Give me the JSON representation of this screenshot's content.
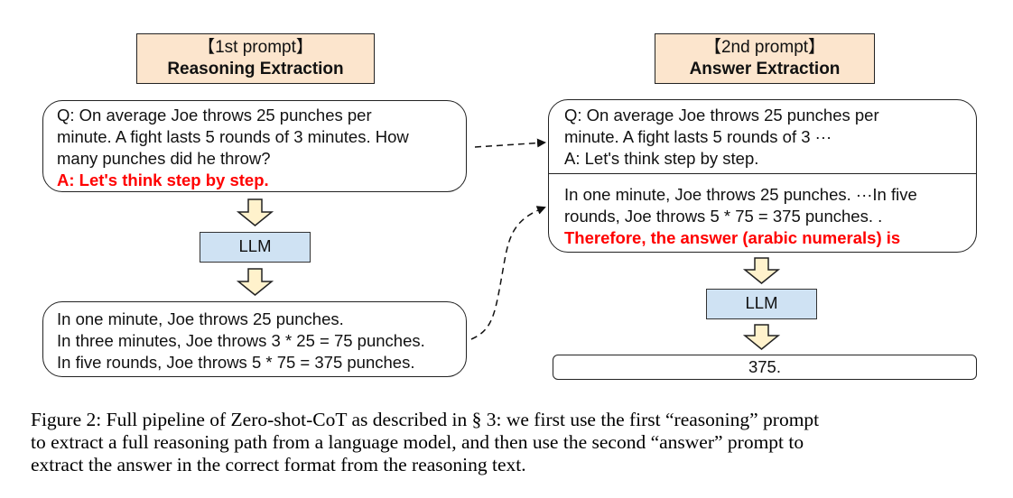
{
  "left": {
    "header": {
      "line1": "【1st prompt】",
      "line2": "Reasoning Extraction"
    },
    "question_box": {
      "lines": [
        "Q: On average Joe throws 25 punches per",
        "minute.  A fight lasts 5 rounds of 3 minutes.  How",
        "many punches did he throw?"
      ],
      "trigger": "A: Let's think step by step."
    },
    "llm_label": "LLM",
    "output_box": {
      "lines": [
        "In one minute, Joe throws 25 punches.",
        "In three minutes, Joe throws 3 * 25 = 75 punches.",
        "In five rounds, Joe throws 5 * 75 = 375 punches."
      ]
    }
  },
  "right": {
    "header": {
      "line1": "【2nd prompt】",
      "line2": "Answer Extraction"
    },
    "prompt_box": {
      "top_lines": [
        "Q: On average Joe throws 25 punches per",
        "minute.  A fight lasts 5 rounds of 3 ···",
        "A: Let's think step by step."
      ],
      "bottom_lines": [
        "In one minute, Joe throws 25 punches. ···In five",
        "rounds, Joe throws 5 * 75 = 375 punches. ."
      ],
      "trigger": "Therefore, the answer (arabic numerals) is"
    },
    "llm_label": "LLM",
    "answer": "375."
  },
  "caption": {
    "lines": [
      "Figure 2: Full pipeline of Zero-shot-CoT as described in § 3: we first use the first “reasoning” prompt",
      "to extract a full reasoning path from a language model, and then use the second “answer” prompt to",
      "extract the answer in the correct format from the reasoning text."
    ]
  },
  "colors": {
    "header_fill": "#fce5cd",
    "llm_fill": "#cfe2f3",
    "arrow_fill": "#fff2cc",
    "trigger_text": "#ff0000"
  }
}
